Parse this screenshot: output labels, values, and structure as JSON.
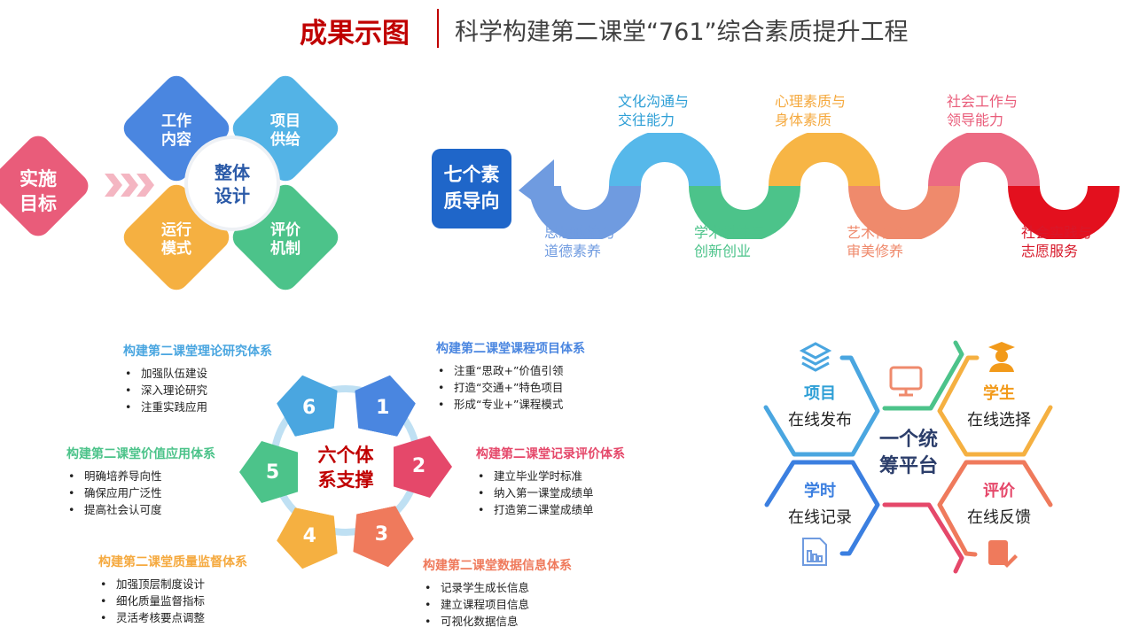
{
  "header": {
    "title": "成果示图",
    "subtitle": "科学构建第二课堂“761”综合素质提升工程"
  },
  "design": {
    "goal": "实施目标",
    "center": "整体设计",
    "tiles": [
      {
        "label": "工作内容",
        "color": "#4a86e0"
      },
      {
        "label": "项目供给",
        "color": "#53b3e6"
      },
      {
        "label": "运行模式",
        "color": "#f5b041"
      },
      {
        "label": "评价机制",
        "color": "#4cc38a"
      }
    ]
  },
  "seven": {
    "title": "七个素质导向",
    "items": [
      {
        "label": "思想政治与道德素养",
        "color": "#6f9be0"
      },
      {
        "label": "文化沟通与交往能力",
        "color": "#2e9fd6"
      },
      {
        "label": "学术科技与创新创业",
        "color": "#4cc38a"
      },
      {
        "label": "心理素质与身体素质",
        "color": "#f5a93e"
      },
      {
        "label": "艺术体验与审美修养",
        "color": "#ef8a6c"
      },
      {
        "label": "社会工作与领导能力",
        "color": "#e95c7a"
      },
      {
        "label": "社会实践与志愿服务",
        "color": "#d7182a"
      }
    ]
  },
  "six": {
    "center": "六个体系支撑",
    "systems": [
      {
        "num": "1",
        "title": "构建第二课堂课程项目体系",
        "color": "#4a86e0",
        "items": [
          "注重“思政+”价值引领",
          "打造“交通+”特色项目",
          "形成“专业+”课程模式"
        ]
      },
      {
        "num": "2",
        "title": "构建第二课堂记录评价体系",
        "color": "#e5486a",
        "items": [
          "建立毕业学时标准",
          "纳入第一课堂成绩单",
          "打造第二课堂成绩单"
        ]
      },
      {
        "num": "3",
        "title": "构建第二课堂数据信息体系",
        "color": "#ef7a5c",
        "items": [
          "记录学生成长信息",
          "建立课程项目信息",
          "可视化数据信息"
        ]
      },
      {
        "num": "4",
        "title": "构建第二课堂质量监督体系",
        "color": "#f5a93e",
        "items": [
          "加强顶层制度设计",
          "细化质量监督指标",
          "灵活考核要点调整"
        ]
      },
      {
        "num": "5",
        "title": "构建第二课堂价值应用体系",
        "color": "#4cc38a",
        "items": [
          "明确培养导向性",
          "确保应用广泛性",
          "提高社会认可度"
        ]
      },
      {
        "num": "6",
        "title": "构建第二课堂理论研究体系",
        "color": "#4aa6e0",
        "items": [
          "加强队伍建设",
          "深入理论研究",
          "注重实践应用"
        ]
      }
    ]
  },
  "platform": {
    "center": "一个统筹平台",
    "cells": [
      {
        "title": "项目",
        "text": "在线发布",
        "color": "#2e9fd6"
      },
      {
        "title": "学生",
        "text": "在线选择",
        "color": "#f29a1a"
      },
      {
        "title": "学时",
        "text": "在线记录",
        "color": "#3b7fe0"
      },
      {
        "title": "评价",
        "text": "在线反馈",
        "color": "#e5486a"
      }
    ]
  }
}
